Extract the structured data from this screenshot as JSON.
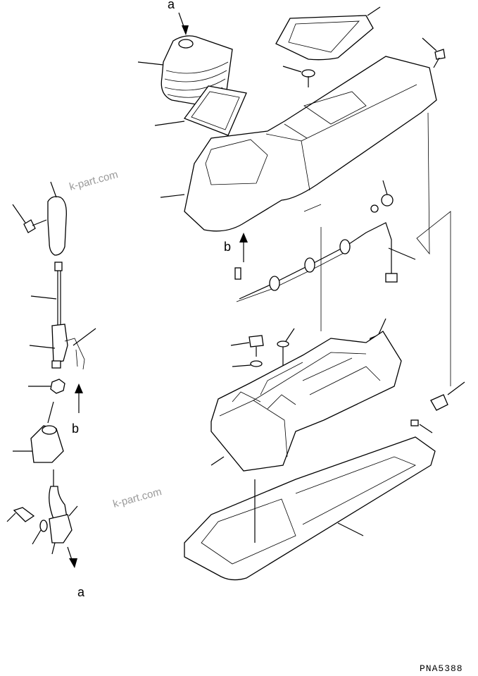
{
  "labels": {
    "a_top": "a",
    "b_top": "b",
    "b_left": "b",
    "a_bottom": "a"
  },
  "watermark": "k-part.com",
  "drawing_code": "PNA5388"
}
